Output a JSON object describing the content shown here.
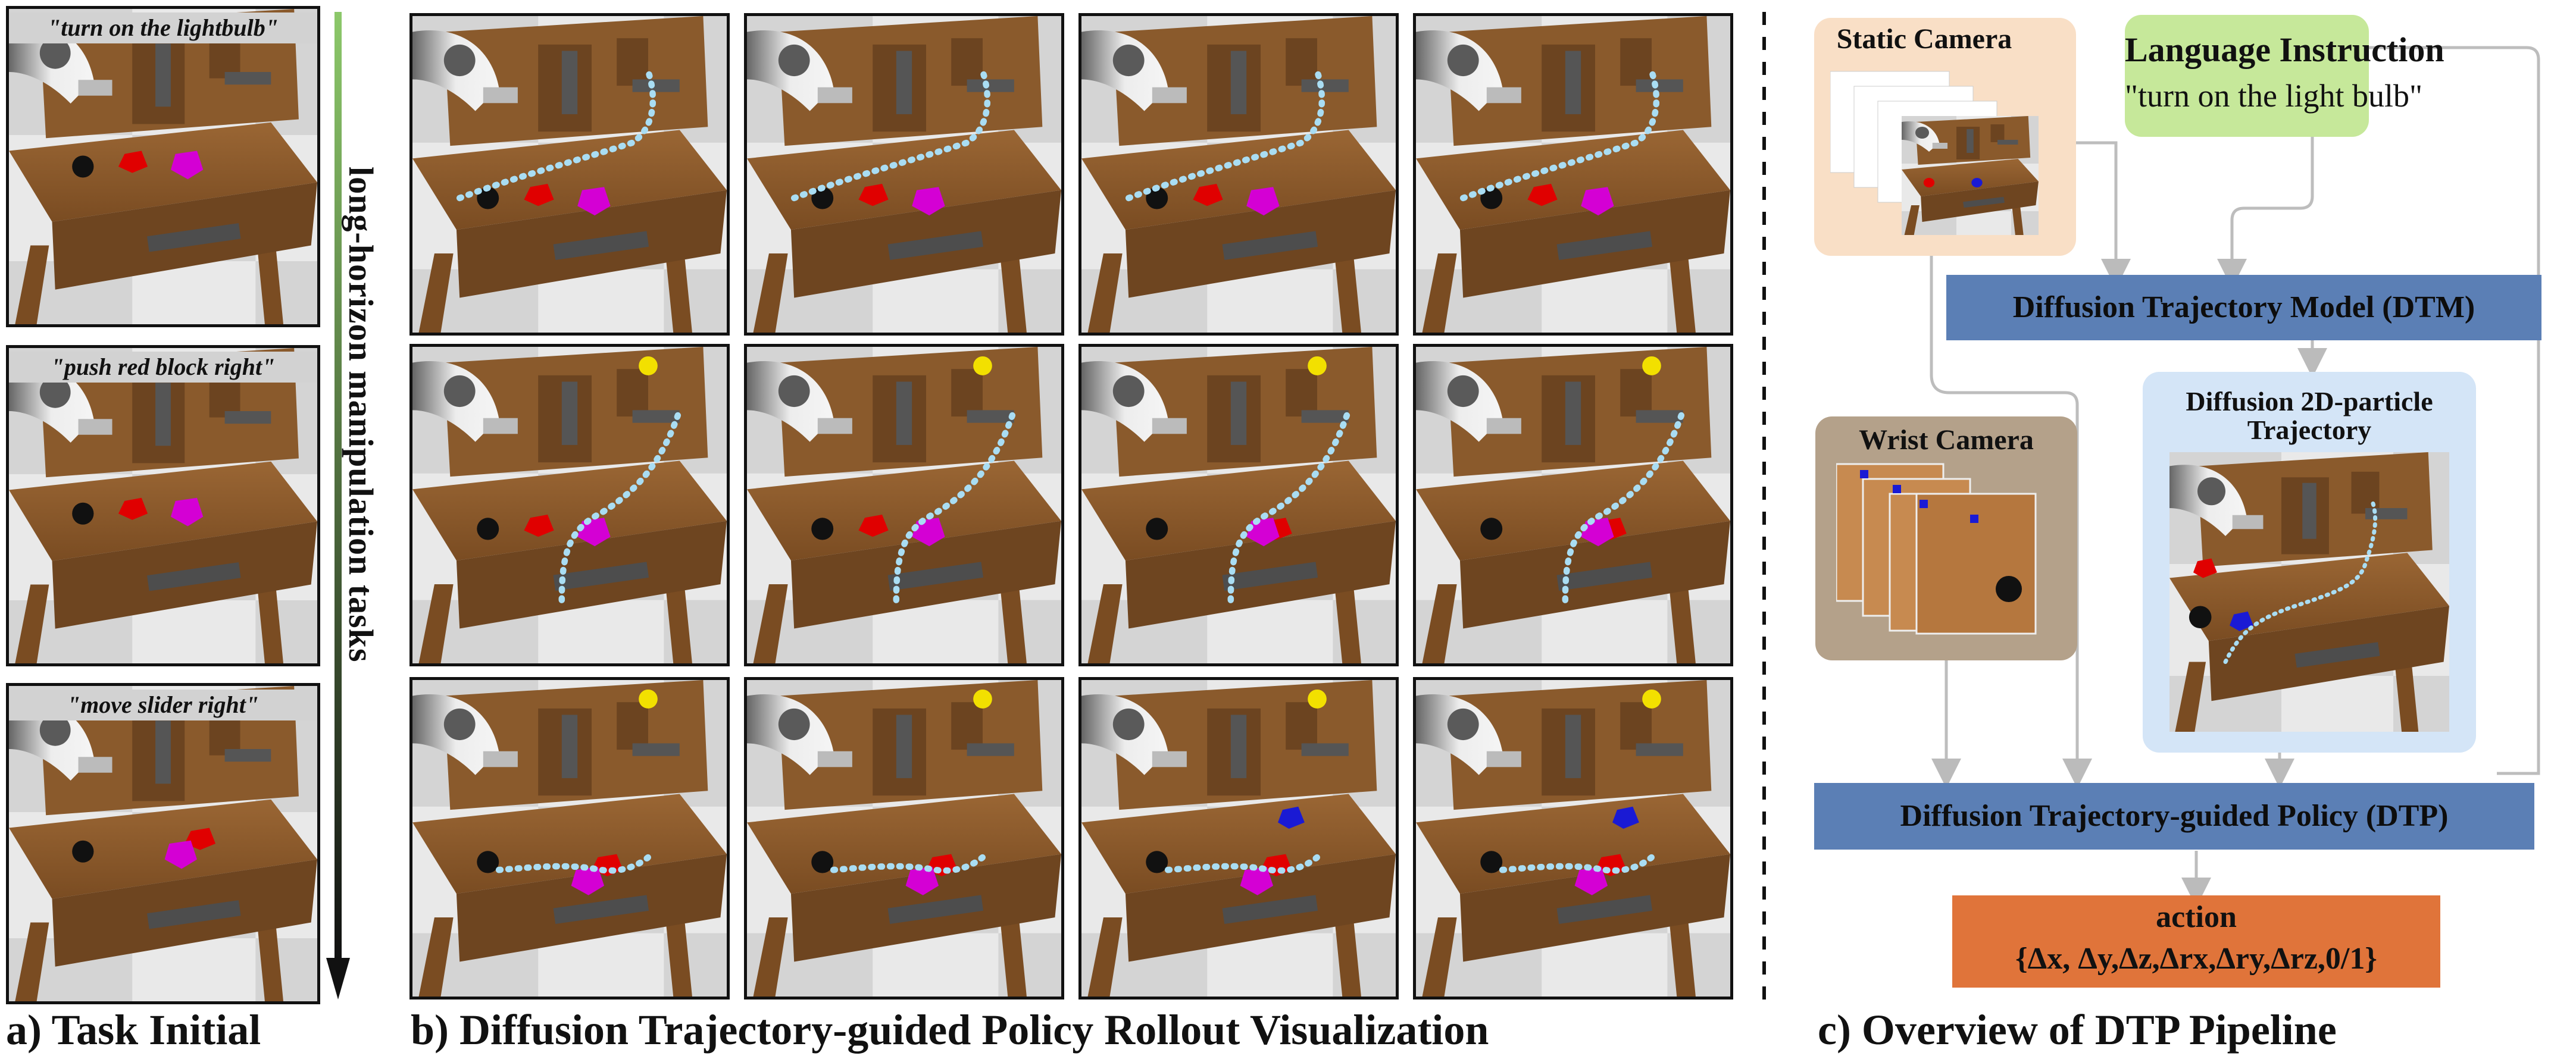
{
  "task_initial": {
    "caption": "a) Task Initial",
    "tasks": [
      "\"turn on the lightbulb\"",
      "\"push red block right\"",
      "\"move slider right\""
    ]
  },
  "arrow_label": "long-horizon manipulation tasks",
  "rollout": {
    "caption": "b) Diffusion Trajectory-guided Policy Rollout Visualization"
  },
  "pipeline": {
    "caption": "c) Overview of DTP Pipeline",
    "static_camera": "Static Camera",
    "language_instruction_title": "Language Instruction",
    "language_instruction_text": "\"turn on the light bulb\"",
    "dtm": "Diffusion Trajectory Model (DTM)",
    "wrist_camera": "Wrist Camera",
    "particle_title_1": "Diffusion 2D-particle",
    "particle_title_2": "Trajectory",
    "dtp": "Diffusion Trajectory-guided Policy (DTP)",
    "action_title": "action",
    "action_text": "{Δx, Δy,Δz,Δrx,Δry,Δrz,0/1}"
  },
  "colors": {
    "wood": "#8a5a2c",
    "blue_bar": "#5b7fb5",
    "action_box": "#e0743a",
    "language_box": "#c6e89a",
    "static_camera_box": "#f9dfc6",
    "wrist_camera_box": "#b4a18a",
    "particle_box": "#d4e5f7",
    "trajectory": "#a9ddf3"
  }
}
